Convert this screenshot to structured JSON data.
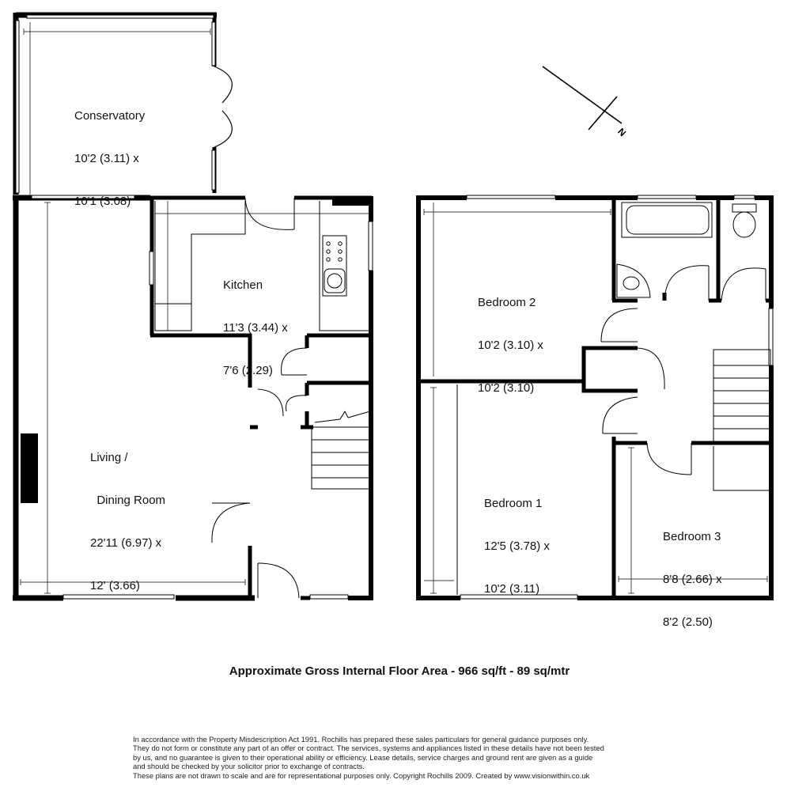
{
  "rooms": {
    "conservatory": {
      "name": "Conservatory",
      "dim1": "10'2 (3.11) x",
      "dim2": "10'1 (3.08)"
    },
    "kitchen": {
      "name": "Kitchen",
      "dim1": "11'3 (3.44) x",
      "dim2": "7'6 (2.29)"
    },
    "living": {
      "name1": "Living /",
      "name2": "  Dining Room",
      "dim1": "22'11 (6.97) x",
      "dim2": "12' (3.66)"
    },
    "bedroom2": {
      "name": "Bedroom 2",
      "dim1": "10'2 (3.10) x",
      "dim2": "10'2 (3.10)"
    },
    "bedroom1": {
      "name": "Bedroom 1",
      "dim1": "12'5 (3.78) x",
      "dim2": "10'2 (3.11)"
    },
    "bedroom3": {
      "name": "Bedroom 3",
      "dim1": "8'8 (2.66) x",
      "dim2": "8'2 (2.50)"
    }
  },
  "north_label": "N",
  "floor_area": "Approximate Gross Internal Floor Area - 966 sq/ft - 89 sq/mtr",
  "disclaimer": [
    "In accordance with the Property Misdescription Act 1991. Rochills has prepared these sales particulars for general guidance purposes only.",
    "They do not form or constitute any part of an offer or contract. The services, systems and appliances listed in these details have not been tested",
    "by us, and no guarantee is given to their operational ability or efficiency. Lease details, service charges and ground rent are given as a guide",
    "and should be checked by your solicitor prior to exchange of contracts.",
    "These plans are not drawn to scale and are for representational purposes only. Copyright Rochills 2009. Created by www.visionwithin.co.uk"
  ]
}
